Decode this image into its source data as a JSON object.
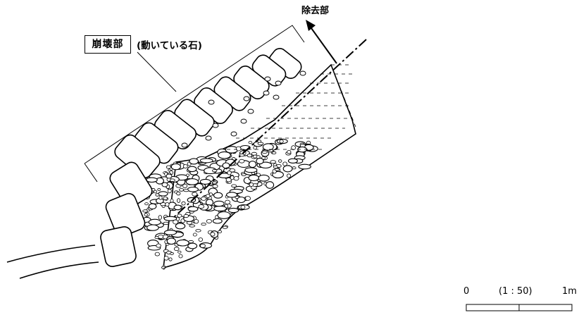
{
  "labels": {
    "collapse_part": "崩壊部",
    "collapse_note": "(動いている石)",
    "removal_part": "除去部"
  },
  "scale": {
    "zero": "0",
    "ratio": "(1 : 50)",
    "one_meter": "1m"
  },
  "colors": {
    "ink": "#000000",
    "paper": "#ffffff"
  }
}
